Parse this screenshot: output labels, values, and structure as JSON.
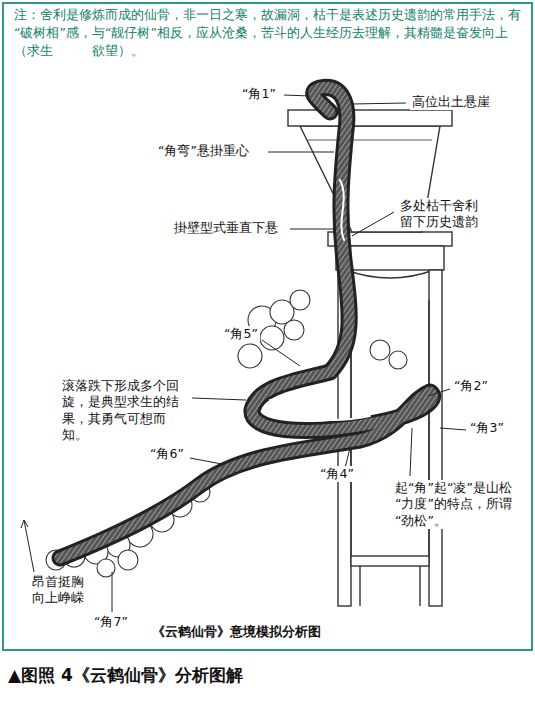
{
  "diagram": {
    "title": "《云鹤仙骨》意境模拟分析图",
    "caption": "▲图照 4《云鹤仙骨》分析图解",
    "labels": [
      "注：舍利是修炼而成的仙骨，非一日之寒，故漏洞，枯干是表述历史遗韵的常用手法，有“破树相”感，与“靓仔树”相反，应从沧桑，苦斗的人生经历去理解，其精髓是奋发向上（求生　　　欲望）。",
      "“角1”",
      "高位出土悬崖",
      "“角弯”悬掛重心",
      "多处枯干舍利留下历史遗韵",
      "掛壁型式垂直下悬",
      "“角5”",
      "滚落跌下形成多个回旋，是典型求生的结果，其勇气可想而知。",
      "“角2”",
      "“角3”",
      "“角6”",
      "“角4”",
      "起“角”起“凌”是山松“力度”的特点，所谓“劲松”。",
      "昂首挺胸向上峥嵘",
      "“角7”"
    ]
  }
}
